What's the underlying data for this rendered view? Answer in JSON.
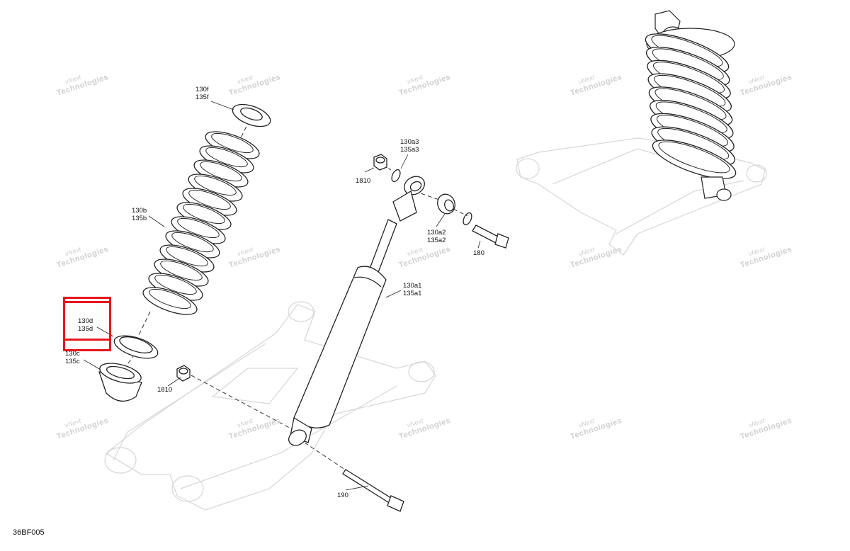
{
  "diagram_code": "36BF005",
  "watermark": {
    "line1": "vNext",
    "line2": "Technologies"
  },
  "callouts": {
    "c130f": "130f",
    "c135f": "135f",
    "c130b": "130b",
    "c135b": "135b",
    "c130d": "130d",
    "c135d": "135d",
    "c130c": "130c",
    "c135c": "135c",
    "c1810a": "1810",
    "c1810b": "1810",
    "c130a3": "130a3",
    "c135a3": "135a3",
    "c130a2": "130a2",
    "c135a2": "135a2",
    "c180": "180",
    "c130a1": "130a1",
    "c135a1": "135a1",
    "c190": "190"
  },
  "colors": {
    "highlight": "#e8161b",
    "line": "#222222",
    "ghost": "#d6d6d6",
    "watermark": "#cfcfcf"
  }
}
